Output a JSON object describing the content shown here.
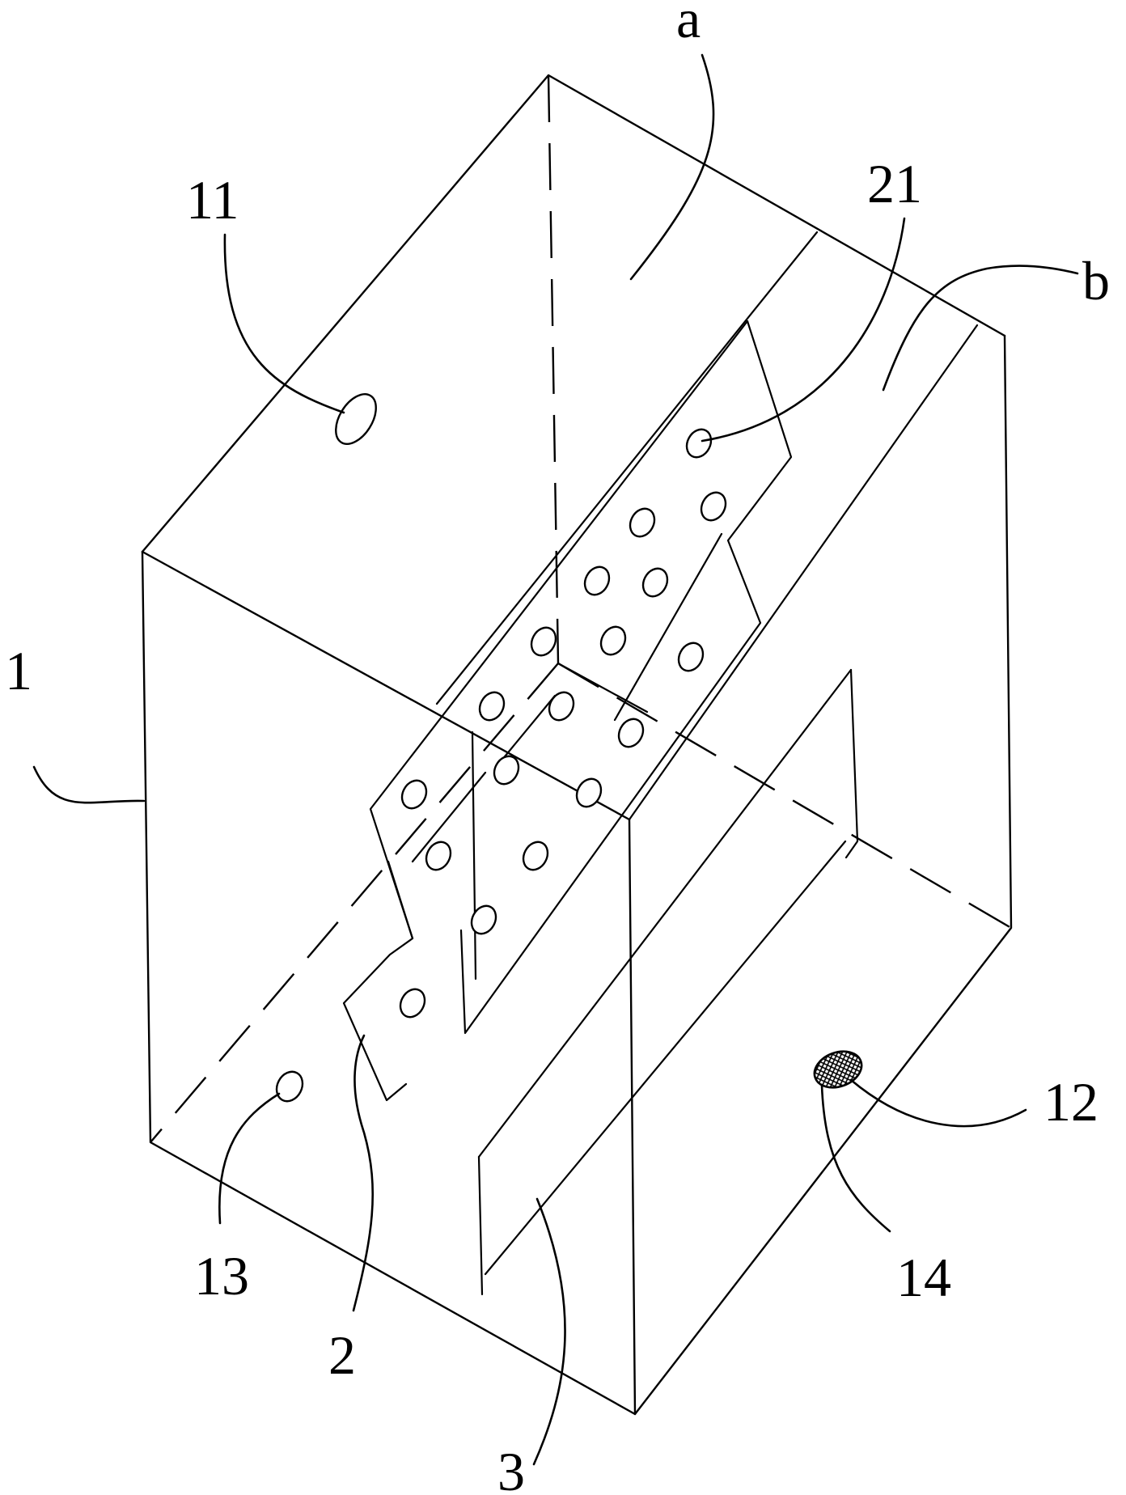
{
  "labels": {
    "a": "a",
    "b": "b",
    "n1": "1",
    "n2": "2",
    "n3": "3",
    "n11": "11",
    "n12": "12",
    "n13": "13",
    "n14": "14",
    "n21": "21"
  },
  "colors": {
    "line": "#000000",
    "background": "#ffffff"
  }
}
